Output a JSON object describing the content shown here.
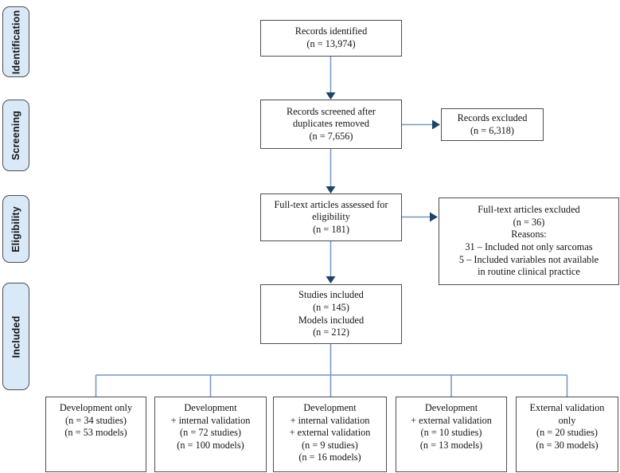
{
  "colors": {
    "stage_fill": "#d9e9f8",
    "box_border": "#4d4d4d",
    "connector_line": "#7596be",
    "arrowhead": "#1d4467"
  },
  "sidebar": {
    "stages": [
      {
        "label": "Identification"
      },
      {
        "label": "Screening"
      },
      {
        "label": "Eligibility"
      },
      {
        "label": "Included"
      }
    ]
  },
  "flow": {
    "records_identified": {
      "text": "Records identified\n(n = 13,974)"
    },
    "records_screened": {
      "text": "Records screened after\nduplicates removed\n(n = 7,656)"
    },
    "records_excluded": {
      "text": "Records excluded\n(n = 6,318)"
    },
    "fulltext_assessed": {
      "text": "Full-text articles assessed for\neligibility\n(n = 181)"
    },
    "fulltext_excluded": {
      "text": "Full-text articles excluded\n(n = 36)\nReasons:\n31 – Included not only sarcomas\n5 – Included variables not available\nin routine clinical practice"
    },
    "studies_included": {
      "text": "Studies included\n(n = 145)\nModels included\n(n = 212)"
    },
    "outcomes": [
      {
        "text": "Development only\n(n = 34 studies)\n(n = 53 models)"
      },
      {
        "text": "Development\n+ internal validation\n(n = 72 studies)\n(n = 100 models)"
      },
      {
        "text": "Development\n+ internal validation\n+ external validation\n(n = 9 studies)\n(n = 16 models)"
      },
      {
        "text": "Development\n+ external validation\n(n = 10 studies)\n(n = 13 models)"
      },
      {
        "text": "External validation\nonly\n(n = 20 studies)\n(n = 30 models)"
      }
    ]
  }
}
